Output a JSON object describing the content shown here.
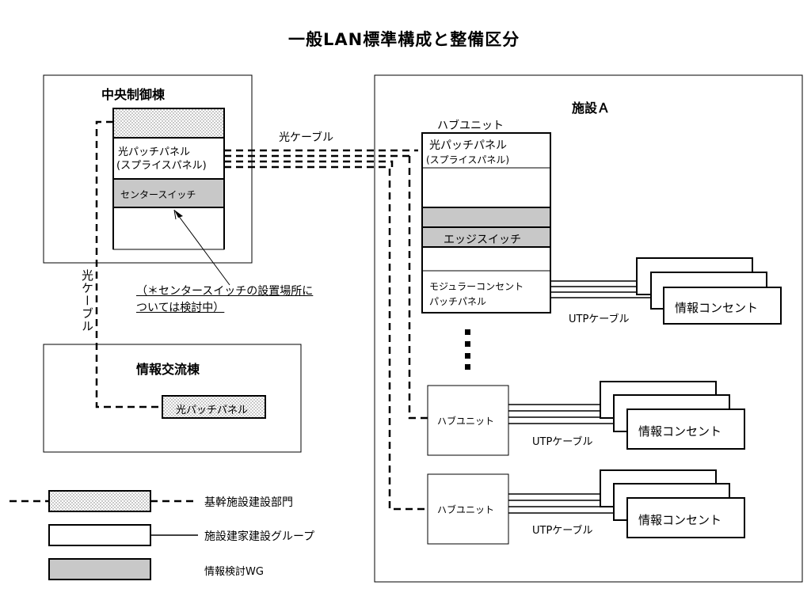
{
  "title": "一般LAN標準構成と整備区分",
  "central": {
    "name": "中央制御棟",
    "patch_line1": "光パッチパネル",
    "patch_line2": "(スプライスパネル)",
    "center_switch": "センタースイッチ",
    "note_line1": "（＊センタースイッチの設置場所に",
    "note_line2": "ついては検討中）"
  },
  "exchange": {
    "name": "情報交流棟",
    "patch": "光パッチパネル"
  },
  "cables": {
    "optical_horizontal": "光ケーブル",
    "optical_vertical": "光ケーブル",
    "utp": "UTPケーブル"
  },
  "facility": {
    "name": "施設Ａ",
    "main_hub": {
      "label": "ハブユニット",
      "patch_line1": "光パッチパネル",
      "patch_line2": "(スプライスパネル)",
      "edge_switch": "エッジスイッチ",
      "modular_line1": "モジュラーコンセント",
      "modular_line2": "パッチパネル"
    },
    "hub_units": [
      "ハブユニット",
      "ハブユニット"
    ],
    "outlet": "情報コンセント"
  },
  "legend": [
    {
      "label": "基幹施設建設部門",
      "fill": "dotted",
      "line": "dashed"
    },
    {
      "label": "施設建家建設グループ",
      "fill": "white",
      "line": "solid"
    },
    {
      "label": "情報検討WG",
      "fill": "gray",
      "line": "none"
    }
  ],
  "colors": {
    "gray": "#c8c8c8",
    "line": "#000000"
  }
}
